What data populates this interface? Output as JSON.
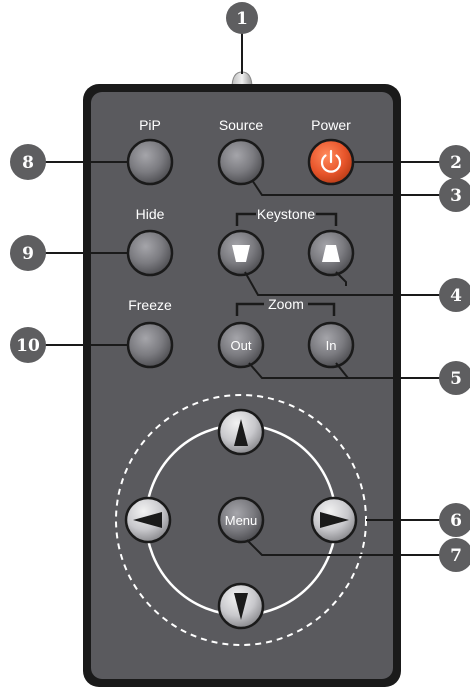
{
  "buttons": {
    "pip": "PiP",
    "source": "Source",
    "power": "Power",
    "hide": "Hide",
    "keystone": "Keystone",
    "freeze": "Freeze",
    "zoom": "Zoom",
    "zoom_out": "Out",
    "zoom_in": "In",
    "menu": "Menu"
  },
  "callouts": [
    "1",
    "2",
    "3",
    "4",
    "5",
    "6",
    "7",
    "8",
    "9",
    "10"
  ],
  "colors": {
    "body": "#5a5a5e",
    "body_border": "#1a1a1a",
    "button": "#7a7a7e",
    "power": "#e8552b",
    "callout": "#5e5e60"
  },
  "icons": {
    "power": "power-icon",
    "keystone_up": "keystone-top-wide-icon",
    "keystone_down": "keystone-bottom-wide-icon",
    "nav": [
      "arrow-up-icon",
      "arrow-left-icon",
      "arrow-right-icon",
      "arrow-down-icon"
    ]
  }
}
